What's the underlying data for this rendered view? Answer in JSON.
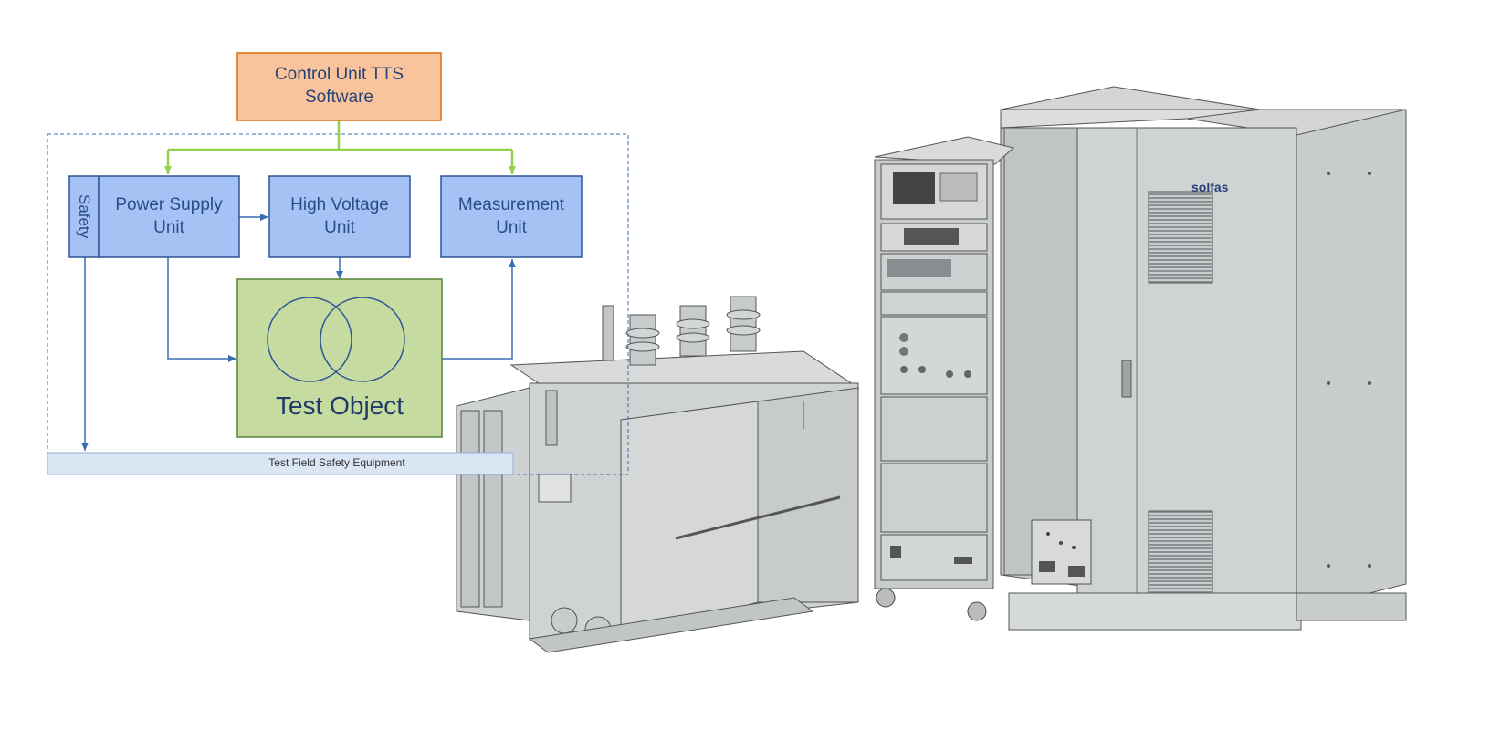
{
  "diagram": {
    "control_unit": "Control Unit TTS\nSoftware",
    "safety": "Safety",
    "power_supply": "Power Supply\nUnit",
    "high_voltage": "High Voltage\nUnit",
    "measurement": "Measurement\nUnit",
    "test_object": "Test Object",
    "test_field": "Test Field Safety Equipment"
  },
  "equipment": {
    "brand": "solfas"
  },
  "colors": {
    "control_fill": "#f9c39b",
    "control_border": "#e36c09",
    "unit_fill": "#a4c2f4",
    "unit_border": "#2f5597",
    "test_fill": "#c5dba0",
    "test_border": "#548235",
    "field_fill": "#dbe6f4",
    "green_arrow": "#92d050",
    "blue_arrow": "#3a6db5"
  }
}
